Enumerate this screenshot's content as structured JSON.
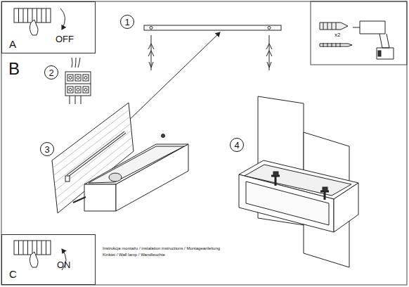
{
  "diagram": {
    "nodes": [
      {
        "text": [
          "A",
          "OFF"
        ]
      },
      {
        "text": [
          "1"
        ]
      },
      {
        "text": [
          "x2"
        ]
      },
      {
        "text": [
          "2"
        ]
      },
      {
        "text": [
          "3"
        ]
      },
      {
        "text": [
          "4"
        ]
      },
      {
        "text": [
          "C",
          "ON"
        ]
      }
    ],
    "labels": [
      "B",
      "Instrukcja montażu / instalation instructions / Montageanleitung",
      "Kinkiet / Wall lamp / Wandleuchte"
    ]
  }
}
